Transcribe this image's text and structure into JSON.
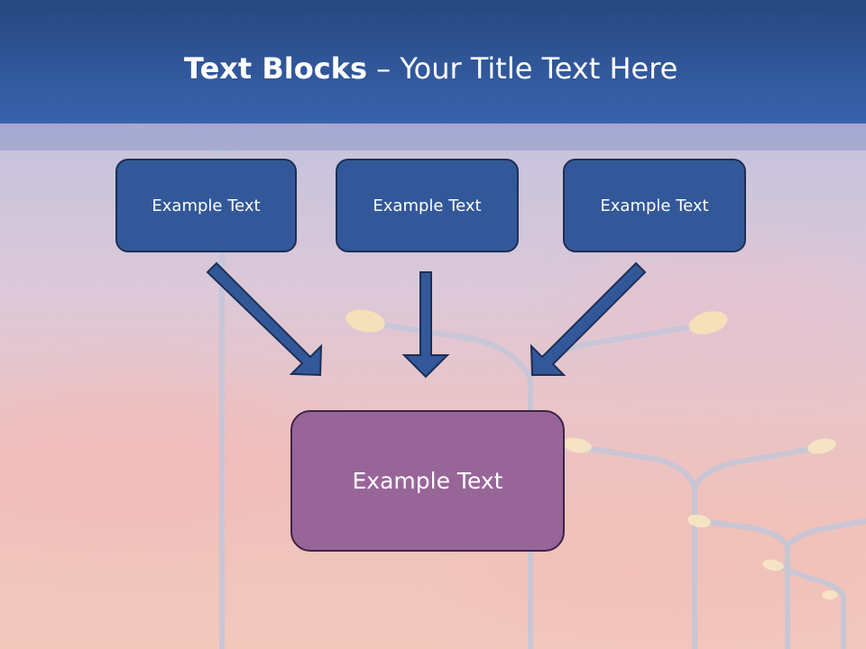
{
  "slide": {
    "title_bold": "Text Blocks",
    "title_rest": " – Your Title Text Here",
    "blocks": [
      {
        "label": "Example Text"
      },
      {
        "label": "Example Text"
      },
      {
        "label": "Example Text"
      }
    ],
    "main_block": {
      "label": "Example Text"
    }
  },
  "colors": {
    "title_bar": "#31579a",
    "block_fill": "#33589a",
    "main_block_fill": "#986599",
    "arrow_fill": "#33589a"
  }
}
